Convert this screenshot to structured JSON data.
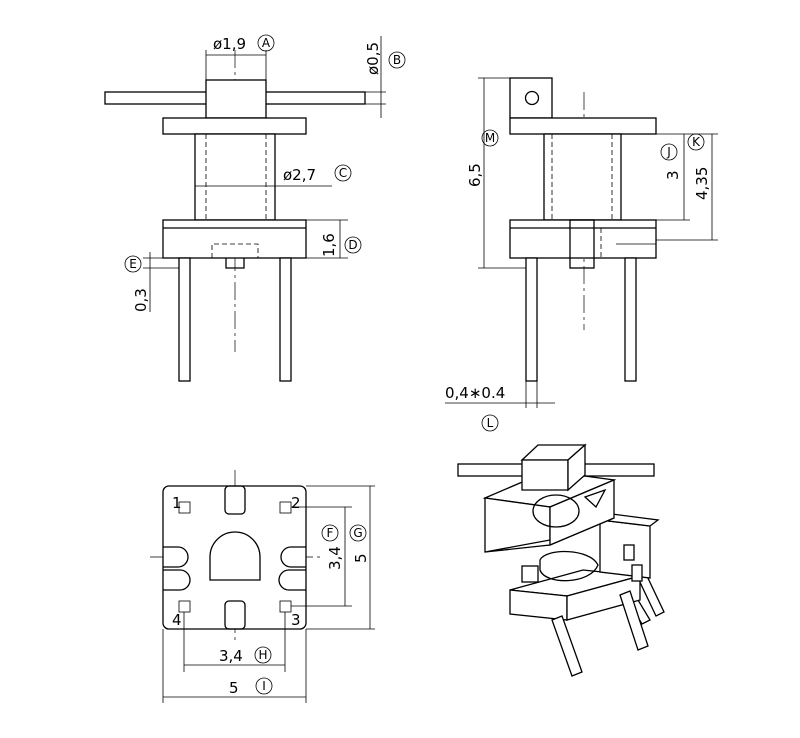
{
  "dimensions": {
    "a": "ø1,9",
    "b": "ø0,5",
    "c": "ø2,7",
    "d": "1,6",
    "e": "0,3",
    "m": "6,5",
    "j": "3",
    "k": "4,35",
    "l": "0,4∗0.4",
    "f": "3,4",
    "g": "5",
    "h": "3,4",
    "i": "5"
  },
  "markers": {
    "a": "A",
    "b": "B",
    "c": "C",
    "d": "D",
    "e": "E",
    "f": "F",
    "g": "G",
    "h": "H",
    "i": "I",
    "j": "J",
    "k": "K",
    "l": "L",
    "m": "M"
  },
  "pins": [
    "1",
    "2",
    "3",
    "4"
  ]
}
